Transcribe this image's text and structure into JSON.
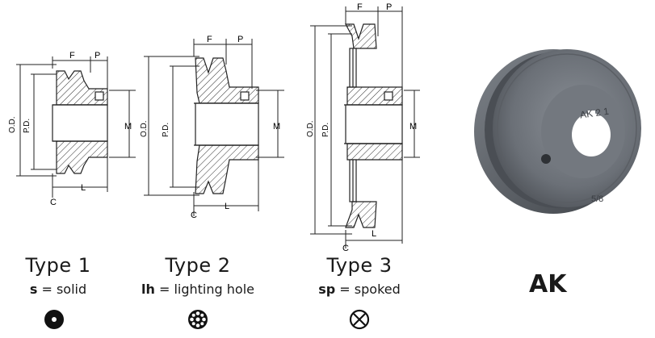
{
  "types": [
    {
      "title": "Type 1",
      "code": "s",
      "sep": " = ",
      "desc": "solid",
      "icon": "solid-hub-icon"
    },
    {
      "title": "Type 2",
      "code": "lh",
      "sep": " = ",
      "desc": "lighting hole",
      "icon": "lighting-hole-hub-icon"
    },
    {
      "title": "Type 3",
      "code": "sp",
      "sep": " = ",
      "desc": "spoked",
      "icon": "spoked-hub-icon"
    }
  ],
  "dimension_labels": {
    "od": "O.D.",
    "pd": "P.D.",
    "f": "F",
    "p": "P",
    "m": "M",
    "l": "L",
    "c": "C"
  },
  "product": {
    "name": "AK",
    "casting_text": "AK 2 1",
    "bore_text": "5/8"
  },
  "colors": {
    "line": "#222222",
    "hatch": "#333333",
    "pulley_body": "#6b7077",
    "pulley_face": "#7a7f86",
    "pulley_dark": "#3d4146"
  }
}
